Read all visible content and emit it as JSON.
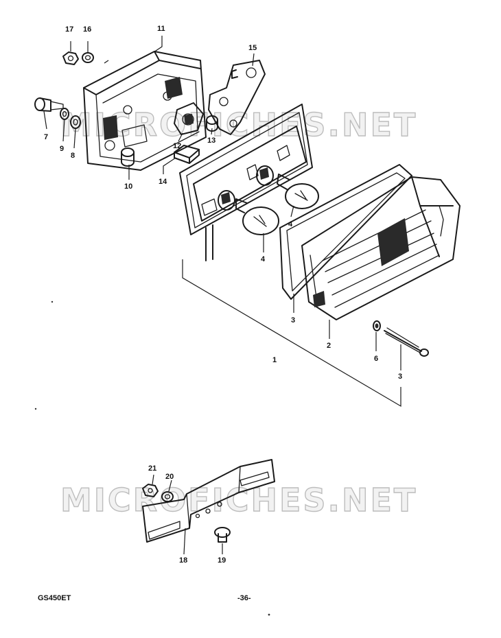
{
  "watermark": "MICROFICHES.NET",
  "callouts": {
    "n1": "1",
    "n2": "2",
    "n3a": "3",
    "n3b": "3",
    "n4a": "4",
    "n4b": "4",
    "n6": "6",
    "n7": "7",
    "n8": "8",
    "n9": "9",
    "n10": "10",
    "n11": "11",
    "n12": "12",
    "n13": "13",
    "n14": "14",
    "n15": "15",
    "n16": "16",
    "n17": "17",
    "n18": "18",
    "n19": "19",
    "n20": "20",
    "n21": "21"
  },
  "footer": {
    "model": "GS450ET",
    "page": "-36-"
  }
}
